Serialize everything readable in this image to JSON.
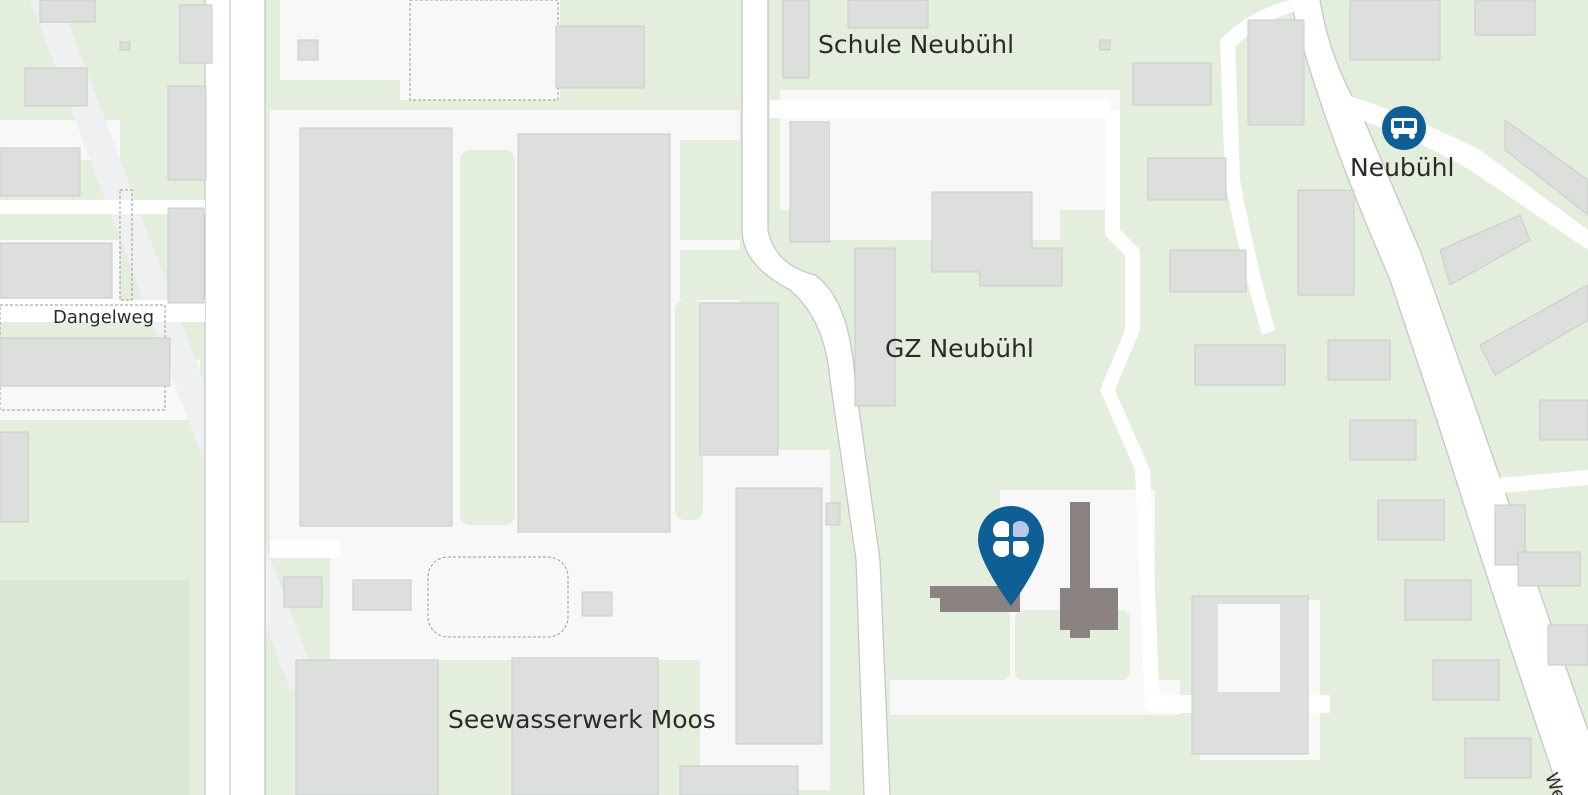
{
  "map": {
    "labels": {
      "schule": "Schule Neubühl",
      "gz": "GZ Neubühl",
      "seewasserwerk": "Seewasserwerk Moos",
      "dangelweg": "Dangelweg",
      "bus_stop": "Neubühl",
      "street_partial": "Wes"
    },
    "icons": {
      "bus_stop": "bus-icon",
      "location_marker": "map-pin-icon",
      "marker_symbol": "four-leaf-clover-icon"
    },
    "colors": {
      "park": "#e3eedd",
      "building": "#dcdfdc",
      "highlighted_building": "#8a8381",
      "marker": "#0e5f96",
      "road": "#ffffff"
    }
  }
}
